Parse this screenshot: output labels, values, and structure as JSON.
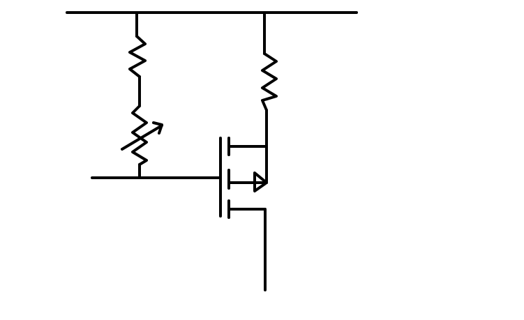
{
  "diagram": {
    "type": "circuit-schematic",
    "background_color": "#ffffff",
    "stroke_color": "#000000",
    "components": [
      {
        "name": "supply-rail",
        "kind": "wire"
      },
      {
        "name": "fixed-resistor-left",
        "kind": "resistor"
      },
      {
        "name": "variable-resistor",
        "kind": "potentiometer"
      },
      {
        "name": "gate-input-wire",
        "kind": "wire"
      },
      {
        "name": "fixed-resistor-right",
        "kind": "resistor"
      },
      {
        "name": "mosfet",
        "kind": "enhancement-mosfet"
      },
      {
        "name": "output-wire",
        "kind": "wire"
      }
    ]
  }
}
